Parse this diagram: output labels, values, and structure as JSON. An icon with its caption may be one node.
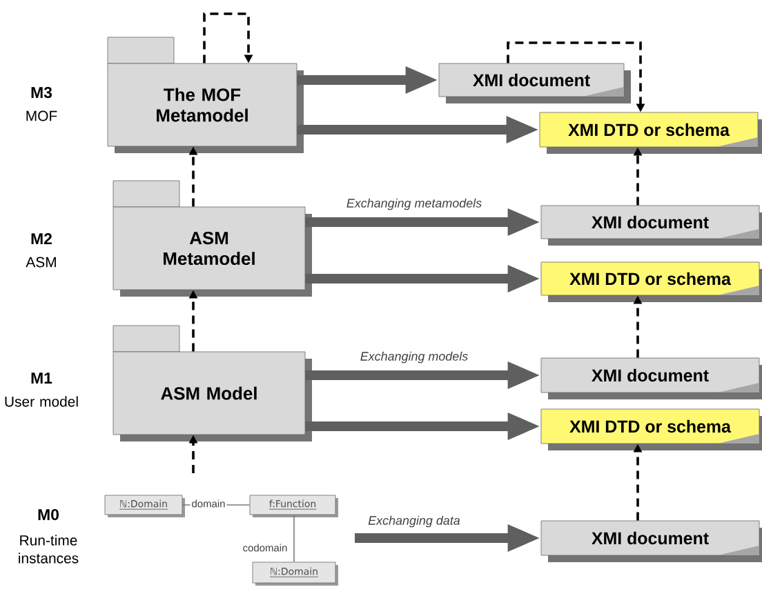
{
  "diagram": {
    "nodes": [
      {
        "text": [
          "The MOF Metamodel"
        ]
      },
      {
        "text": [
          "XMI document"
        ]
      },
      {
        "text": [
          "XMI DTD or schema"
        ]
      },
      {
        "text": [
          "ASM Metamodel"
        ]
      },
      {
        "text": [
          "XMI document"
        ]
      },
      {
        "text": [
          "XMI DTD or schema"
        ]
      },
      {
        "text": [
          "ASM Model"
        ]
      },
      {
        "text": [
          "XMI document"
        ]
      },
      {
        "text": [
          "XMI DTD or schema"
        ]
      },
      {
        "text": [
          "ℕ:Domain"
        ]
      },
      {
        "text": [
          "f:Function"
        ]
      },
      {
        "text": [
          "ℕ:Domain"
        ]
      },
      {
        "text": [
          "XMI document"
        ]
      }
    ],
    "edges": [
      {
        "from": 0,
        "to": 0,
        "arrow": "to",
        "style": "dashed"
      },
      {
        "from": 0,
        "to": 1,
        "arrow": "to",
        "style": "thick",
        "color": "#5f5f5f"
      },
      {
        "from": 0,
        "to": 2,
        "arrow": "to",
        "style": "thick",
        "color": "#5f5f5f"
      },
      {
        "from": 1,
        "to": 2,
        "arrow": "to",
        "style": "dashed"
      },
      {
        "from": 3,
        "to": 0,
        "arrow": "to",
        "style": "dashed"
      },
      {
        "from": 3,
        "to": 4,
        "arrow": "to",
        "style": "thick",
        "color": "#5f5f5f",
        "label": "Exchanging metamodels"
      },
      {
        "from": 3,
        "to": 5,
        "arrow": "to",
        "style": "thick",
        "color": "#5f5f5f"
      },
      {
        "from": 4,
        "to": 2,
        "arrow": "to",
        "style": "dashed"
      },
      {
        "from": 6,
        "to": 3,
        "arrow": "to",
        "style": "dashed"
      },
      {
        "from": 6,
        "to": 7,
        "arrow": "to",
        "style": "thick",
        "color": "#5f5f5f",
        "label": "Exchanging models"
      },
      {
        "from": 6,
        "to": 8,
        "arrow": "to",
        "style": "thick",
        "color": "#5f5f5f"
      },
      {
        "from": 7,
        "to": 5,
        "arrow": "to",
        "style": "dashed"
      },
      {
        "from": null,
        "to": 6,
        "arrow": "to",
        "style": "dashed"
      },
      {
        "from": 9,
        "to": 10,
        "arrow": "none",
        "color": "#7a7a7a",
        "label": "domain"
      },
      {
        "from": 10,
        "to": 11,
        "arrow": "none",
        "color": "#7a7a7a",
        "label": "codomain"
      },
      {
        "from": null,
        "to": 12,
        "arrow": "to",
        "style": "thick",
        "color": "#5f5f5f",
        "label": "Exchanging data"
      },
      {
        "from": 12,
        "to": 8,
        "arrow": "to",
        "style": "dashed"
      }
    ],
    "labels": [
      "M3",
      "MOF",
      "M2",
      "ASM",
      "M1",
      "User model",
      "M0",
      "Run-time instances"
    ]
  }
}
